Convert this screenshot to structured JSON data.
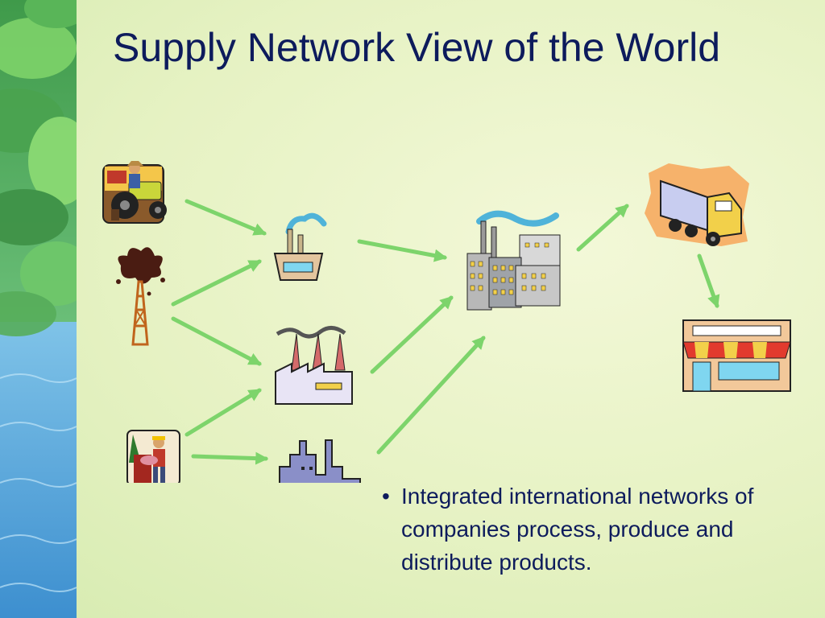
{
  "slide": {
    "title": "Supply Network View of the World",
    "bullets": [
      "Integrated international networks of companies process, produce and distribute products."
    ]
  },
  "diagram": {
    "nodes": [
      {
        "id": "farm-tractor",
        "icon": "farmer-tractor-icon",
        "stage": "raw-material"
      },
      {
        "id": "oil-well",
        "icon": "oil-derrick-icon",
        "stage": "raw-material"
      },
      {
        "id": "lumberjack",
        "icon": "lumberjack-icon",
        "stage": "raw-material"
      },
      {
        "id": "small-plant",
        "icon": "small-plant-icon",
        "stage": "processing"
      },
      {
        "id": "factory",
        "icon": "factory-icon",
        "stage": "processing"
      },
      {
        "id": "refinery",
        "icon": "refinery-icon",
        "stage": "processing"
      },
      {
        "id": "manufacturer",
        "icon": "city-factory-icon",
        "stage": "manufacturing"
      },
      {
        "id": "truck",
        "icon": "delivery-truck-icon",
        "stage": "distribution"
      },
      {
        "id": "store",
        "icon": "storefront-icon",
        "stage": "retail"
      }
    ],
    "edges": [
      [
        "farm-tractor",
        "small-plant"
      ],
      [
        "oil-well",
        "small-plant"
      ],
      [
        "oil-well",
        "factory"
      ],
      [
        "lumberjack",
        "factory"
      ],
      [
        "lumberjack",
        "refinery"
      ],
      [
        "small-plant",
        "manufacturer"
      ],
      [
        "factory",
        "manufacturer"
      ],
      [
        "refinery",
        "manufacturer"
      ],
      [
        "manufacturer",
        "truck"
      ],
      [
        "truck",
        "store"
      ]
    ],
    "colors": {
      "arrow": "#7dd46b",
      "title": "#0d1b5c"
    }
  }
}
